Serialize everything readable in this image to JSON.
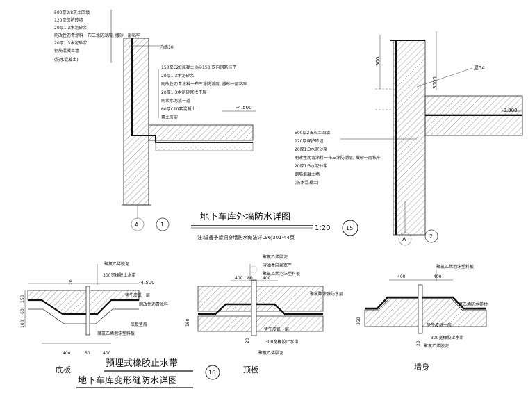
{
  "detail_a": {
    "layers": [
      "500厚2:8灰土回填",
      "120厚保护砖墙",
      "20厚1:3水泥砂浆",
      "刷改性沥青涂料一布三涂防潮层, 撒砂一层粘牢",
      "20厚1:3水泥砂浆",
      "钢筋混凝土墙",
      "(防水混凝土)"
    ],
    "inner_wall": "内墙10",
    "floor_layers": [
      "150厚C20混凝土  8@150 双向钢筋抹平",
      "20厚1:3水泥砂浆",
      "刷改性沥青涂料一布三涂防潮层, 撒砂一层粘牢",
      "20厚1:3水泥砂浆找平层",
      "刷素水泥浆一道",
      "60厚C10素混凝土",
      "素土夯实"
    ],
    "level": "-4.500",
    "axis": "A",
    "index": "1"
  },
  "detail_b": {
    "dim_500": "500",
    "dim_3000": "3000",
    "roof_label": "屋54",
    "level": "-0.900",
    "layers": [
      "500厚2:8灰土回填",
      "120厚保护砖墙",
      "20厚1:3水泥砂浆",
      "刷改性沥青涂料一布三涂防潮层, 撒砂一层粘牢",
      "20厚1:3水泥砂浆",
      "钢筋混凝土墙",
      "(防水混凝土)"
    ],
    "axis": "A",
    "index": "2"
  },
  "title_main": "地下车库外墙防水详图",
  "scale": "1:20",
  "title_index": "15",
  "note": "注:设备予留洞穿墙防水做法详L96J301-44页",
  "bottom": {
    "floor": {
      "labels_top": [
        "聚氯乙烯胶泥",
        "300宽橡胶止水带"
      ],
      "labels_right": [
        "垫牛皮纸一层",
        "刷改性沥青涂料",
        "底板垫层"
      ],
      "label_bottom": "聚氯乙烯泡沫塑料板",
      "dims": [
        "20",
        "150",
        "60",
        "100",
        "400",
        "50",
        "400"
      ],
      "level": "-4.500",
      "name": "底板"
    },
    "roof": {
      "labels_top": [
        "聚氯乙烯胶泥",
        "浸油香麻丝塞严",
        "聚氯乙烯泡沫塑料板"
      ],
      "label_right": "聚氯酯涂膜防水层",
      "labels_bottom": [
        "垫牛皮纸一层",
        "300宽橡胶止水带",
        "聚氯乙烯胶泥"
      ],
      "dims": [
        "400",
        "80",
        "400",
        "160",
        "20"
      ],
      "name": "顶板"
    },
    "wall": {
      "labels_top": [
        "聚氯乙烯泡沫塑料板"
      ],
      "label_right": "聚乙烯防水卷材",
      "labels_bottom": [
        "垫牛皮纸一层",
        "300宽橡胶止水带",
        "聚氯乙烯胶泥"
      ],
      "dims": [
        "400",
        "400",
        "350",
        "20"
      ],
      "name": "墙身"
    },
    "title_sub": "预埋式橡胶止水带",
    "title_main": "地下车库变形缝防水详图",
    "index": "16"
  }
}
